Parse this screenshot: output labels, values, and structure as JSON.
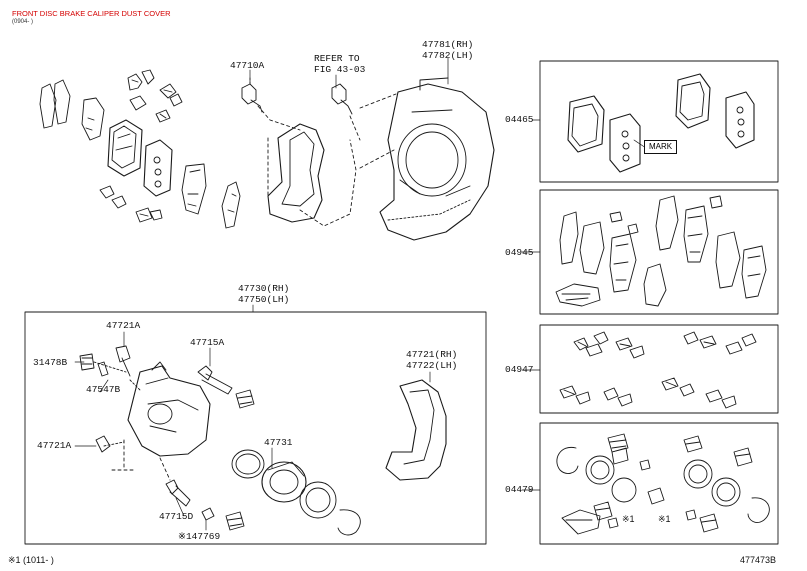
{
  "header": {
    "title": "FRONT DISC BRAKE CALIPER DUST COVER",
    "subtitle": "(0904- )"
  },
  "labels": {
    "p47710A": "47710A",
    "refer1": "REFER TO",
    "refer2": "FIG 43-03",
    "p47781": "47781(RH)",
    "p47782": "47782(LH)",
    "p47730": "47730(RH)",
    "p47750": "47750(LH)",
    "p47721A_top": "47721A",
    "p31478B": "31478B",
    "p47547B": "47547B",
    "p47715A": "47715A",
    "p47721": "47721(RH)",
    "p47722": "47722(LH)",
    "p47731": "47731",
    "p47721A_bot": "47721A",
    "p47715D": "47715D",
    "p47769": "※147769",
    "p04465": "04465",
    "p04945": "04945",
    "p04947": "04947",
    "p04479": "04479",
    "mark": "MARK",
    "ref1a": "※1",
    "ref1b": "※1"
  },
  "footer": {
    "note": "※1 (1011-      )",
    "code": "477473B"
  },
  "colors": {
    "line": "#1a1a1a",
    "header": "#d40000"
  }
}
